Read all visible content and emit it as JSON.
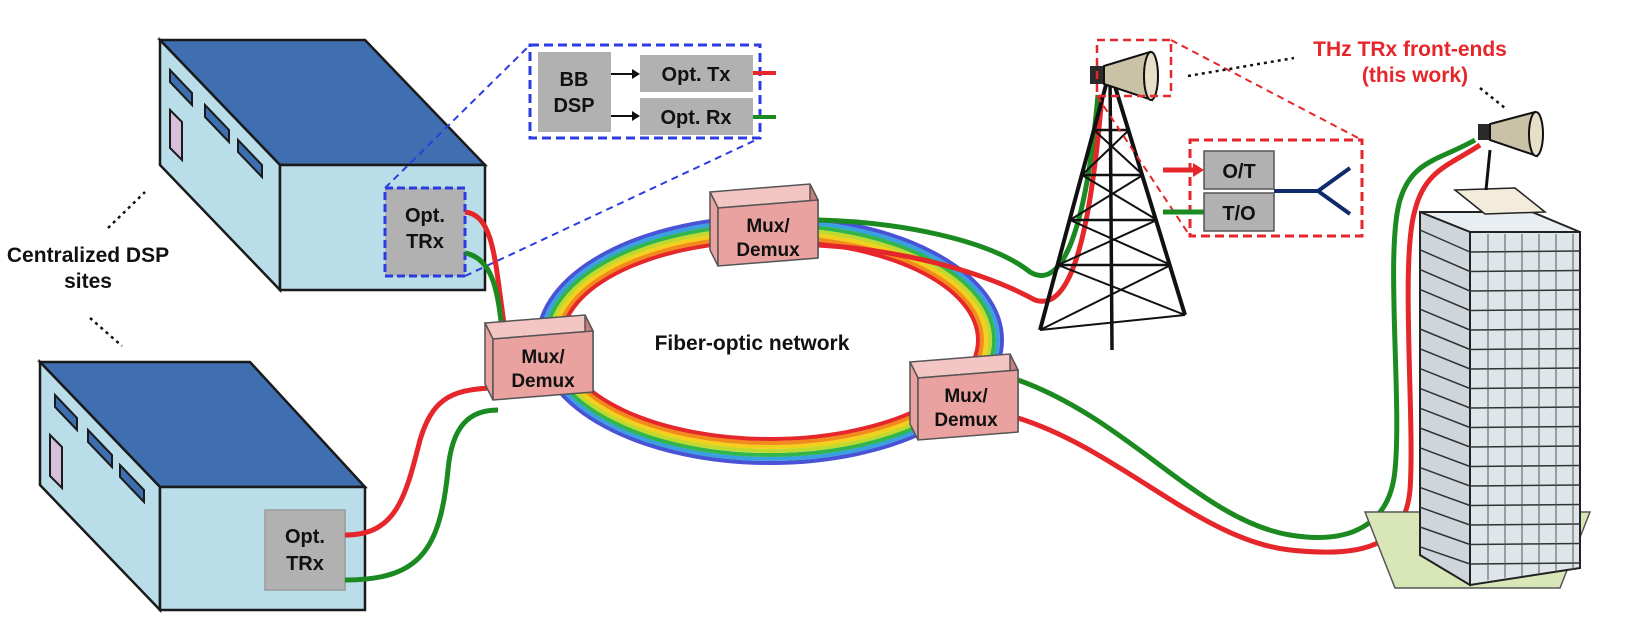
{
  "labels": {
    "centralized_dsp_line1": "Centralized DSP",
    "centralized_dsp_line2": "sites",
    "fiber_network": "Fiber-optic network",
    "thz_line1": "THz TRx front-ends",
    "thz_line2": "(this work)",
    "bb": "BB",
    "dsp": "DSP",
    "opt_tx": "Opt. Tx",
    "opt_rx": "Opt. Rx",
    "opt": "Opt.",
    "trx": "TRx",
    "mux": "Mux/",
    "demux": "Demux",
    "ot": "O/T",
    "to": "T/O"
  },
  "colors": {
    "roof": "#3f6fb1",
    "wall": "#b9dde9",
    "trx_box": "#b1b1b1",
    "mux_box": "#eaa2a0",
    "tx_fiber": "#e5262a",
    "rx_fiber": "#1b8a21",
    "inset_border_blue": "#2b3de0",
    "inset_border_red": "#e5262a",
    "antenna_feed": "#0f2b6b"
  }
}
